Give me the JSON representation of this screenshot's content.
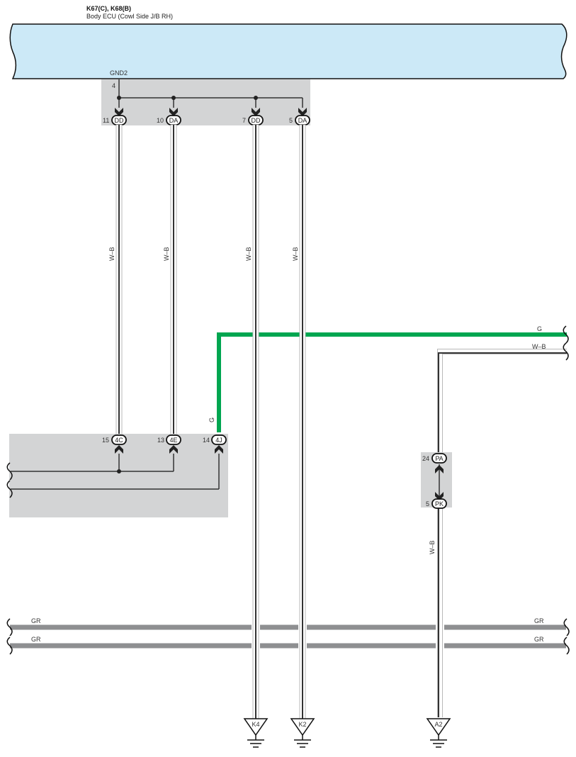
{
  "header": {
    "connector_ids": "K67(C), K68(B)",
    "component_name": "Body ECU (Cowl Side J/B RH)"
  },
  "ecu": {
    "fill": "#cce9f7",
    "terminal_label": "GND2",
    "terminal_pin": "4"
  },
  "top_connectors": [
    {
      "pin": "11",
      "code": "DD"
    },
    {
      "pin": "10",
      "code": "DA"
    },
    {
      "pin": "7",
      "code": "DD"
    },
    {
      "pin": "5",
      "code": "DA"
    }
  ],
  "vertical_wires": [
    {
      "color_code": "W–B"
    },
    {
      "color_code": "W–B"
    },
    {
      "color_code": "W–B"
    },
    {
      "color_code": "W–B"
    }
  ],
  "junction_connectors": [
    {
      "pin": "15",
      "code": "4C"
    },
    {
      "pin": "13",
      "code": "4E"
    },
    {
      "pin": "14",
      "code": "4J"
    }
  ],
  "green_wire": {
    "color_code": "G",
    "right_label": "G",
    "stroke": "#00a650"
  },
  "right_wb_wire": {
    "top_label": "W–B",
    "side_label": "W–B"
  },
  "inline_connectors": [
    {
      "pin": "24",
      "code": "PA"
    },
    {
      "pin": "5",
      "code": "PK"
    }
  ],
  "bus_wires": [
    {
      "left_label": "GR",
      "right_label": "GR"
    },
    {
      "left_label": "GR",
      "right_label": "GR"
    }
  ],
  "grounds": [
    {
      "code": "K4"
    },
    {
      "code": "K2"
    },
    {
      "code": "A2"
    }
  ],
  "colors": {
    "shade_box": "#d3d4d5",
    "wire_dark": "#333333",
    "wire_light": "#b9b9b9",
    "gr_wire": "#8e8f91"
  }
}
